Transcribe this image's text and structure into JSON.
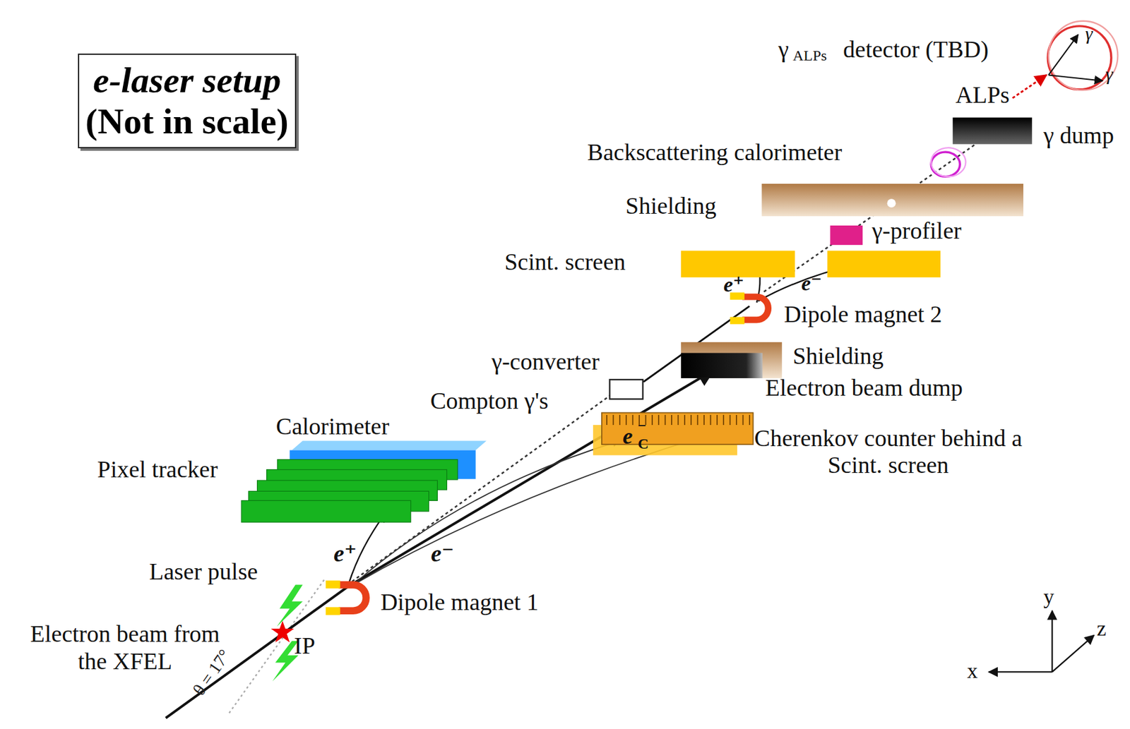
{
  "diagram": {
    "nodes": [
      {
        "text": [
          "e-laser setup",
          "(Not in scale)"
        ]
      }
    ],
    "labels": [
      "Electron beam from the XFEL",
      "IP",
      "θ = 17°",
      "Laser pulse",
      "Dipole magnet 1",
      "e⁺",
      "e⁻",
      "Pixel tracker",
      "Calorimeter",
      "Compton γ's",
      "γ-converter",
      "e",
      "−",
      "C",
      "Cherenkov counter behind a Scint. screen",
      "Shielding",
      "Electron beam dump",
      "Dipole magnet 2",
      "e⁺",
      "e⁻",
      "Scint. screen",
      "γ-profiler",
      "Shielding",
      "Backscattering calorimeter",
      "γ dump",
      "ALPs",
      "γ",
      "ALPs",
      "detector (TBD)",
      "γ",
      "γ",
      "x",
      "y",
      "z"
    ]
  }
}
